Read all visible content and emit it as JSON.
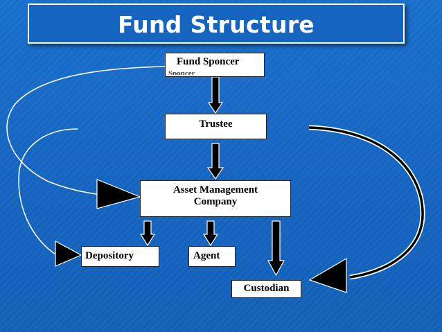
{
  "title": "Fund Structure",
  "nodes": {
    "sponsor": "Fund  Sponcer",
    "sponsor_overlap": "Sponcer",
    "trustee": "Trustee",
    "amc_line1": "Asset Management",
    "amc_line2": "Company",
    "depository": "Depository",
    "agent": "Agent",
    "custodian": "Custodian"
  },
  "colors": {
    "background": "#1565c0",
    "title_text": "#ffffff",
    "box_fill": "#ffffff",
    "arrow_fill": "#000000",
    "curve_stroke": "#ffffff"
  }
}
